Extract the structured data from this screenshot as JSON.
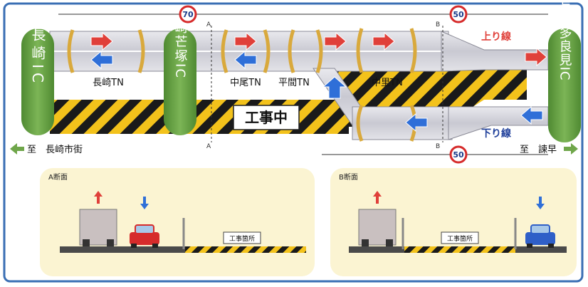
{
  "speed_limits": [
    "70",
    "50",
    "50"
  ],
  "interchanges": {
    "left": "長崎IC",
    "middle": "長崎芒塚IC",
    "right": "長崎多良見IC"
  },
  "tunnels": [
    "長崎TN",
    "中尾TN",
    "平間TN",
    "中里TN"
  ],
  "lanes": {
    "up": "上り線",
    "down": "下り線"
  },
  "construction": "工事中",
  "section_markers": {
    "a": "A",
    "b": "B"
  },
  "directions": {
    "left": "至　長崎市街",
    "right": "至　諫早"
  },
  "cross_sections": {
    "a": {
      "title": "A断面",
      "work_label": "工事箇所"
    },
    "b": {
      "title": "B断面",
      "work_label": "工事箇所"
    }
  },
  "colors": {
    "frame": "#3a6fb4",
    "ic_green": "#6fa64a",
    "tunnel_gold": "#d9a93c",
    "stripe_yellow": "#f3c21b",
    "up_red": "#e0403a",
    "down_blue": "#2f6fd8",
    "panel_bg": "#fbf4d2"
  }
}
